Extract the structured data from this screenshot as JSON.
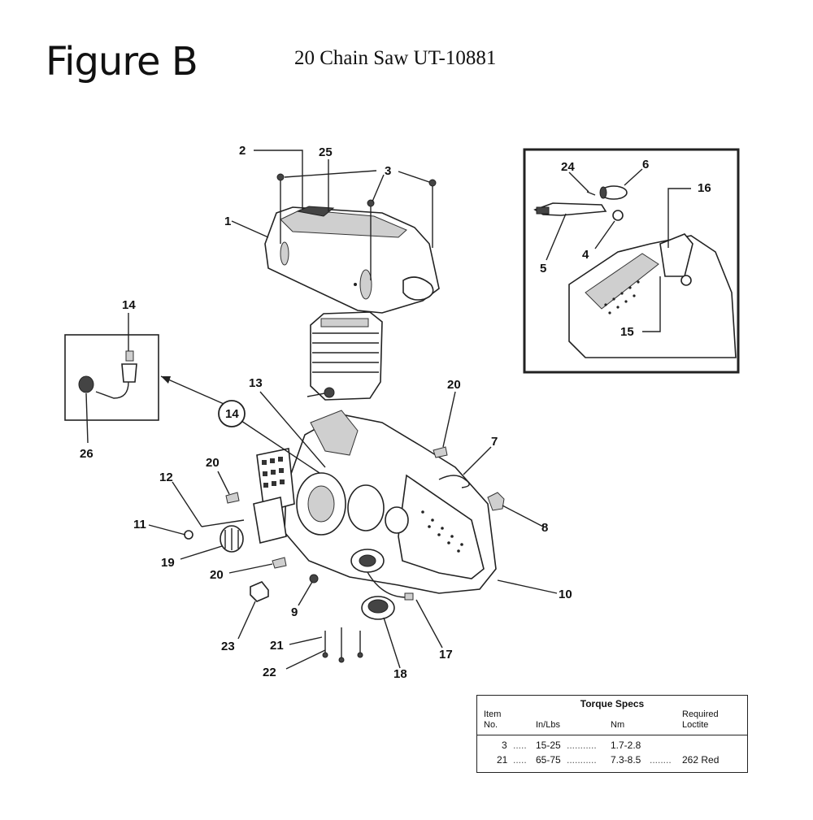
{
  "figure": {
    "title": "Figure B",
    "subtitle": "20 Chain Saw UT-10881"
  },
  "callouts": {
    "c1": "1",
    "c2": "2",
    "c3": "3",
    "c4": "4",
    "c5": "5",
    "c6": "6",
    "c7": "7",
    "c8": "8",
    "c9": "9",
    "c10": "10",
    "c11": "11",
    "c12": "12",
    "c13": "13",
    "c14_top": "14",
    "c14_circle": "14",
    "c15": "15",
    "c16": "16",
    "c17": "17",
    "c18": "18",
    "c19": "19",
    "c20_a": "20",
    "c20_b": "20",
    "c20_c": "20",
    "c21": "21",
    "c22": "22",
    "c23": "23",
    "c24": "24",
    "c25": "25",
    "c26": "26"
  },
  "torque_specs": {
    "title": "Torque Specs",
    "headers": {
      "item_no": "Item\nNo.",
      "in_lbs": "In/Lbs",
      "nm": "Nm",
      "loctite": "Required\nLoctite"
    },
    "rows": [
      {
        "item": "3",
        "in_lbs": "15-25",
        "nm": "1.7-2.8",
        "loctite": ""
      },
      {
        "item": "21",
        "in_lbs": "65-75",
        "nm": "7.3-8.5",
        "loctite": "262 Red"
      }
    ]
  }
}
